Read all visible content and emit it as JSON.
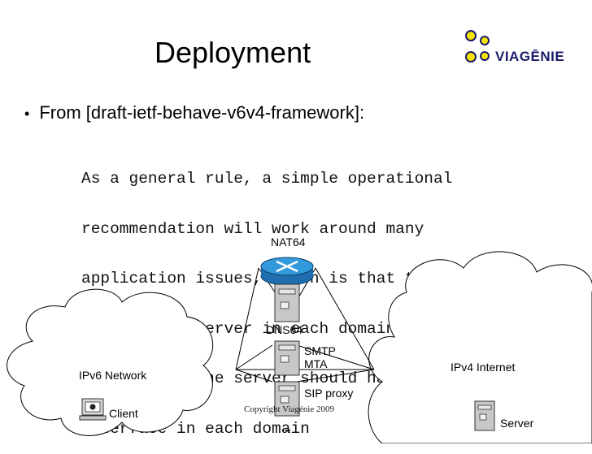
{
  "slide": {
    "title": "Deployment",
    "bullet_marker": "•",
    "bullet_text": "From [draft-ietf-behave-v6v4-framework]:",
    "quote_lines": [
      "As a general rule, a simple operational",
      "recommendation will work around many",
      "application issues, which is that there",
      "should be a server in each domain or an",
      "instance of the server should have an",
      "interface in each domain"
    ],
    "copyright": "Copyright Viagénie 2009"
  },
  "logo": {
    "text": "VIAGĒNIE",
    "dot_color": "#f2e600",
    "dot_outline": "#1b1b6b"
  },
  "diagram": {
    "nat64_label": "NAT64",
    "dns64_label": "DNS64",
    "smtp_label_1": "SMTP",
    "smtp_label_2": "MTA",
    "sip_label": "SIP proxy",
    "more_label": "...",
    "ipv6_label": "IPv6 Network",
    "ipv4_label": "IPv4 Internet",
    "client_label": "Client",
    "server_label": "Server",
    "router_color": "#3399dd"
  }
}
